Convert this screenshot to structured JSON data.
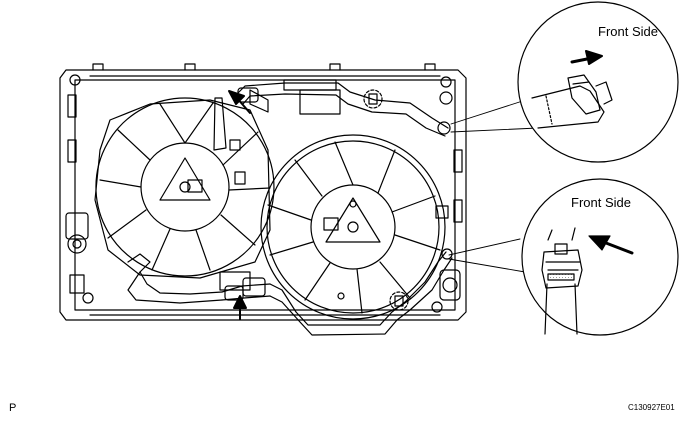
{
  "labels": {
    "front_side_top": "Front Side",
    "front_side_bottom": "Front Side",
    "corner_mark": "P",
    "figure_code": "C130927E01"
  },
  "colors": {
    "line": "#000000",
    "background": "#ffffff"
  },
  "icons": {
    "front_arrow": "arrow-icon",
    "clip_marker": "dashed-circle-icon",
    "hose_clamp": "clamp-icon"
  }
}
